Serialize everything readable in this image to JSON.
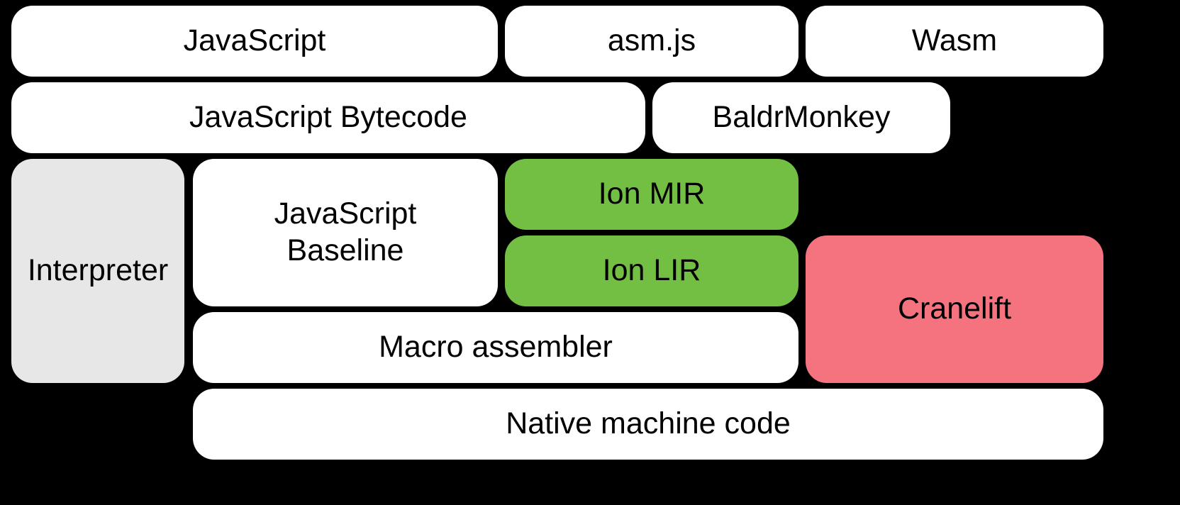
{
  "diagram": {
    "description": "Compiler pipeline diagram on black background",
    "background_color": "#000000",
    "colors": {
      "box_white": "#ffffff",
      "box_gray": "#e7e7e7",
      "box_green": "#72bf44",
      "box_pink": "#f4737e",
      "text": "#000000"
    },
    "boxes": [
      {
        "label": "JavaScript",
        "fill": "#ffffff"
      },
      {
        "label": "asm.js",
        "fill": "#ffffff"
      },
      {
        "label": "Wasm",
        "fill": "#ffffff"
      },
      {
        "label": "JavaScript Bytecode",
        "fill": "#ffffff"
      },
      {
        "label": "BaldrMonkey",
        "fill": "#ffffff"
      },
      {
        "label": "Interpreter",
        "fill": "#e7e7e7"
      },
      {
        "label": "JavaScript Baseline",
        "fill": "#ffffff"
      },
      {
        "label": "Ion MIR",
        "fill": "#72bf44"
      },
      {
        "label": "Ion LIR",
        "fill": "#72bf44"
      },
      {
        "label": "Cranelift",
        "fill": "#f4737e"
      },
      {
        "label": "Macro assembler",
        "fill": "#ffffff"
      },
      {
        "label": "Native machine code",
        "fill": "#ffffff"
      }
    ]
  }
}
